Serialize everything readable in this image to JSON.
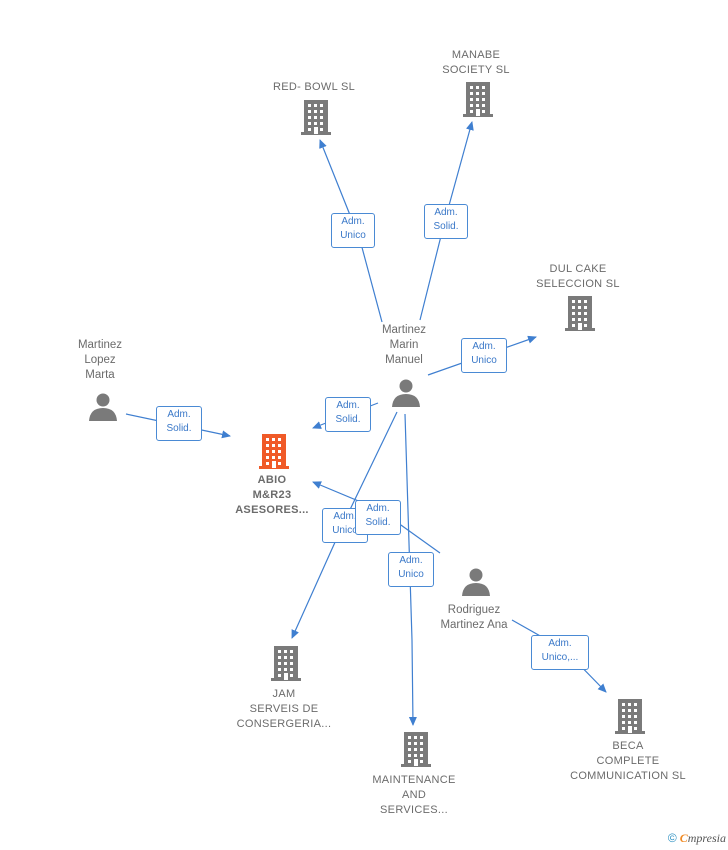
{
  "nodes": [
    {
      "id": "red_bowl",
      "type": "company",
      "label": "RED- BOWL  SL"
    },
    {
      "id": "manabe",
      "type": "company",
      "label": "MANABE\nSOCIETY  SL"
    },
    {
      "id": "dul_cake",
      "type": "company",
      "label": "DUL CAKE\nSELECCION SL"
    },
    {
      "id": "martinez_marin",
      "type": "person",
      "label": "Martinez\nMarin\nManuel"
    },
    {
      "id": "martinez_lopez",
      "type": "person",
      "label": "Martinez\nLopez\nMarta"
    },
    {
      "id": "abio",
      "type": "company",
      "main": true,
      "label": "ABIO\nM&R23\nASESORES..."
    },
    {
      "id": "rodriguez",
      "type": "person",
      "label": "Rodriguez\nMartinez Ana"
    },
    {
      "id": "jam",
      "type": "company",
      "label": "JAM\nSERVEIS DE\nCONSERGERIA..."
    },
    {
      "id": "maintenance",
      "type": "company",
      "label": "MAINTENANCE\nAND\nSERVICES..."
    },
    {
      "id": "beca",
      "type": "company",
      "label": "BECA\nCOMPLETE\nCOMMUNICATION SL"
    }
  ],
  "edges": [
    {
      "from": "martinez_marin",
      "to": "red_bowl",
      "label": "Adm.\nUnico"
    },
    {
      "from": "martinez_marin",
      "to": "manabe",
      "label": "Adm.\nSolid."
    },
    {
      "from": "martinez_marin",
      "to": "dul_cake",
      "label": "Adm.\nUnico"
    },
    {
      "from": "martinez_marin",
      "to": "abio",
      "label": "Adm.\nSolid."
    },
    {
      "from": "martinez_lopez",
      "to": "abio",
      "label": "Adm.\nSolid."
    },
    {
      "from": "martinez_marin",
      "to": "jam",
      "label": "Adm.\nUnico"
    },
    {
      "from": "rodriguez",
      "to": "abio",
      "label": "Adm.\nSolid."
    },
    {
      "from": "martinez_marin",
      "to": "maintenance",
      "label": "Adm.\nUnico"
    },
    {
      "from": "rodriguez",
      "to": "beca",
      "label": "Adm.\nUnico,..."
    }
  ],
  "colors": {
    "main_company": "#f05a28",
    "company": "#7a7a7a",
    "person": "#7a7a7a",
    "edge": "#3f7fd0"
  },
  "footer": {
    "copyright": "©",
    "brand_first": "C",
    "brand_rest": "mpresia"
  }
}
